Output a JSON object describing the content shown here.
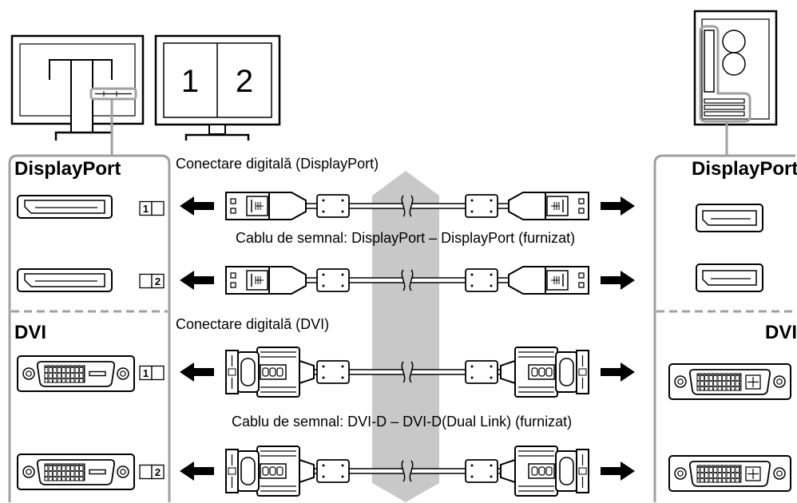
{
  "panels": {
    "left": {
      "top_title": "DisplayPort",
      "bottom_title": "DVI"
    },
    "right": {
      "top_title": "DisplayPort",
      "bottom_title": "DVI"
    }
  },
  "labels": {
    "dp_connection": "Conectare digitală (DisplayPort)",
    "dp_cable": "Cablu de semnal: DisplayPort – DisplayPort (furnizat)",
    "dvi_connection": "Conectare digitală (DVI)",
    "dvi_cable": "Cablu de semnal: DVI-D – DVI-D(Dual Link) (furnizat)"
  },
  "screen": {
    "left_number": "1",
    "right_number": "2"
  },
  "port_markers": [
    "1",
    "2"
  ],
  "icons": {
    "monitor_back": "monitor-back-icon",
    "monitor_front": "monitor-front-icon",
    "pc": "pc-tower-icon",
    "dp_port": "displayport-port-icon",
    "dvi_port": "dvi-port-icon",
    "dp_cable": "displayport-cable-icon",
    "dvi_cable": "dvi-cable-icon",
    "arrow_left": "arrow-left-icon",
    "arrow_right": "arrow-right-icon",
    "band": "double-arrow-band-icon"
  },
  "colors": {
    "ink": "#000000",
    "panel_border": "#a0a0a0",
    "band": "#c8c8c8",
    "background": "#ffffff"
  }
}
